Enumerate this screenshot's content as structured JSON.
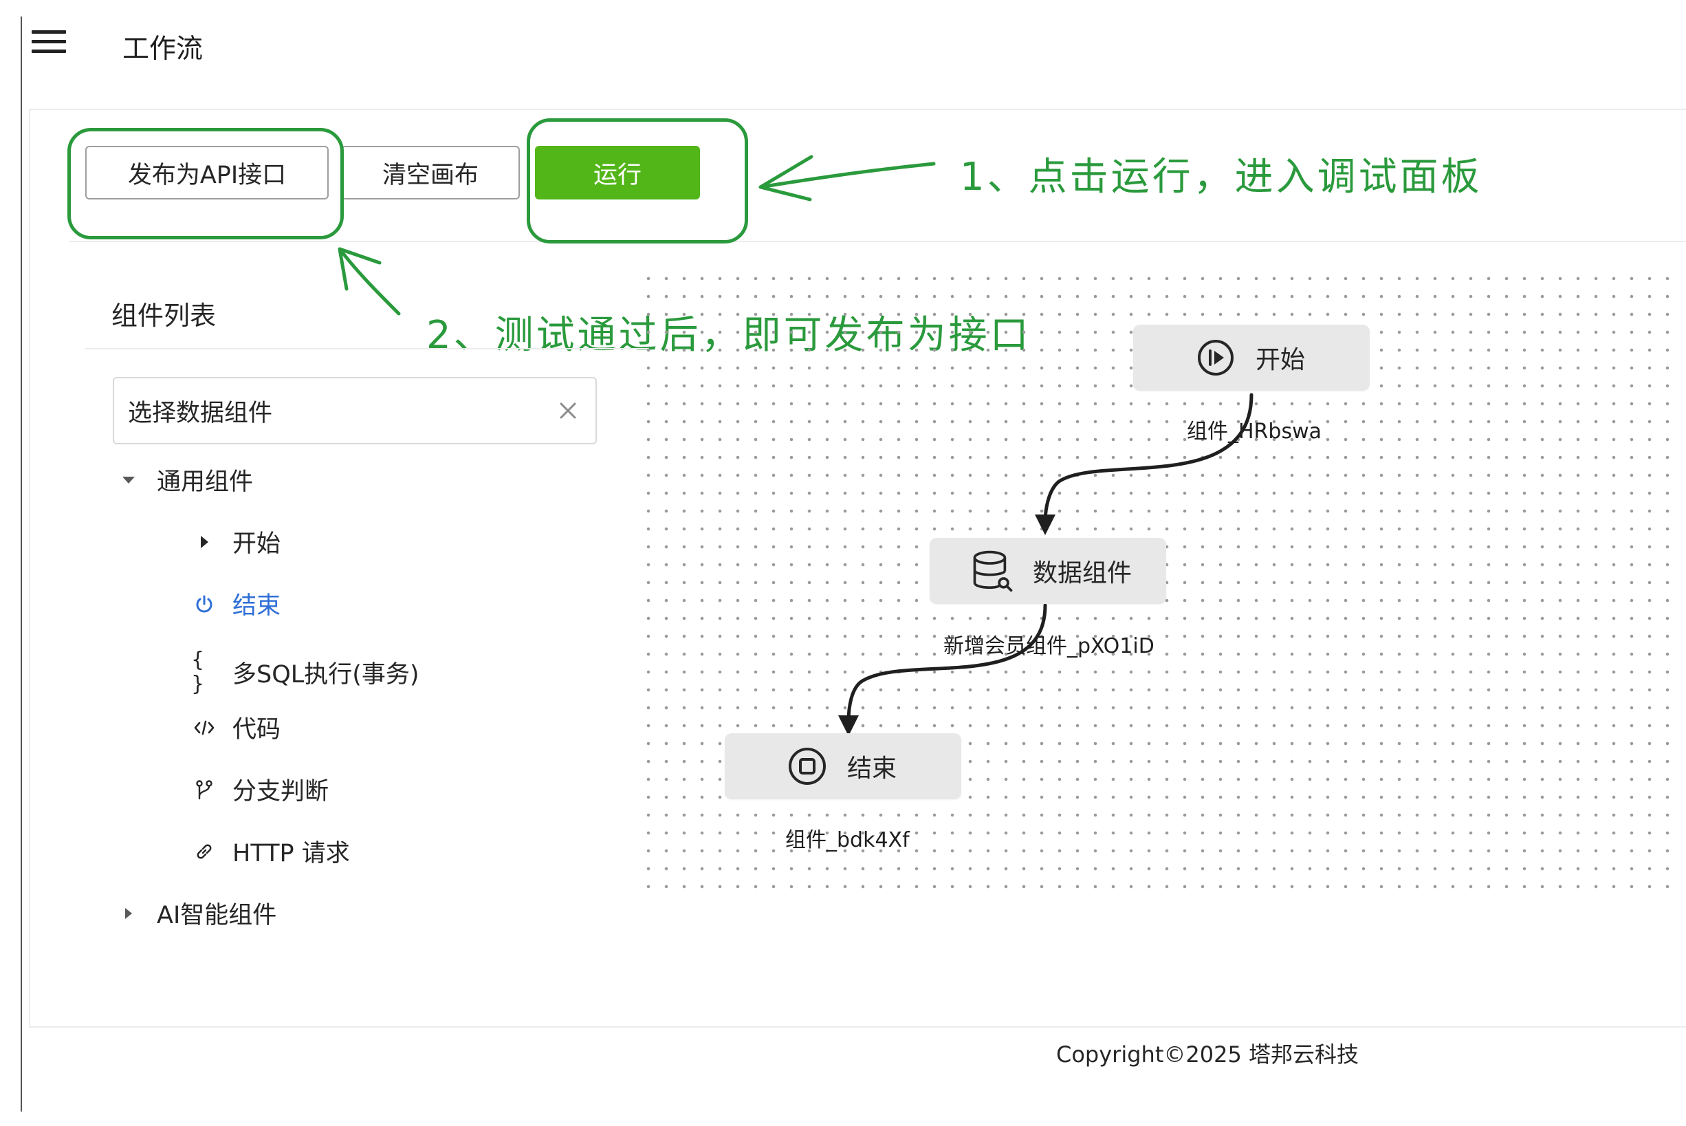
{
  "header": {
    "title": "工作流"
  },
  "toolbar": {
    "publish_label": "发布为API接口",
    "clear_label": "清空画布",
    "run_label": "运行"
  },
  "annotations": {
    "step1": "1、点击运行，进入调试面板",
    "step2": "2、测试通过后，即可发布为接口"
  },
  "sidebar": {
    "title": "组件列表",
    "search": {
      "value": "选择数据组件"
    },
    "groups": [
      {
        "label": "通用组件",
        "expanded": true,
        "items": [
          {
            "label": "开始",
            "icon": "caret-right-icon"
          },
          {
            "label": "结束",
            "icon": "power-icon",
            "active": true
          },
          {
            "label": "多SQL执行(事务)",
            "icon": "braces-icon"
          },
          {
            "label": "代码",
            "icon": "code-icon"
          },
          {
            "label": "分支判断",
            "icon": "branch-icon"
          },
          {
            "label": "HTTP 请求",
            "icon": "link-icon"
          }
        ]
      },
      {
        "label": "AI智能组件",
        "expanded": false,
        "items": []
      }
    ]
  },
  "flow": {
    "nodes": [
      {
        "label": "开始",
        "caption": "组件_HRbswa",
        "icon": "play-circle-icon"
      },
      {
        "label": "数据组件",
        "caption": "新增会员组件_pXO1iD",
        "icon": "database-search-icon"
      },
      {
        "label": "结束",
        "caption": "组件_bdk4Xf",
        "icon": "stop-circle-icon"
      }
    ]
  },
  "footer": {
    "copyright": "Copyright©2025 塔邦云科技"
  },
  "colors": {
    "primary": "#52b618",
    "annotation": "#2a9a3c",
    "active_link": "#2f6fd6"
  }
}
